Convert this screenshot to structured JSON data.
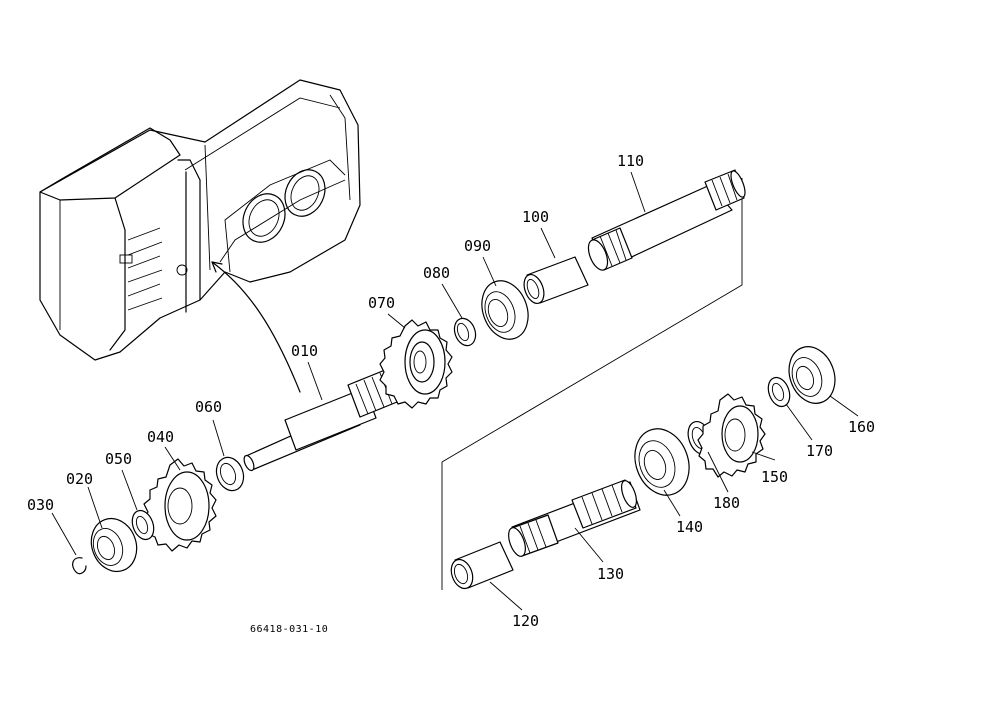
{
  "drawing_number": "66418-031-10",
  "parts": [
    {
      "id": "part-010",
      "label": "010"
    },
    {
      "id": "part-020",
      "label": "020"
    },
    {
      "id": "part-030",
      "label": "030"
    },
    {
      "id": "part-040",
      "label": "040"
    },
    {
      "id": "part-050",
      "label": "050"
    },
    {
      "id": "part-060",
      "label": "060"
    },
    {
      "id": "part-070",
      "label": "070"
    },
    {
      "id": "part-080",
      "label": "080"
    },
    {
      "id": "part-090",
      "label": "090"
    },
    {
      "id": "part-100",
      "label": "100"
    },
    {
      "id": "part-110",
      "label": "110"
    },
    {
      "id": "part-120",
      "label": "120"
    },
    {
      "id": "part-130",
      "label": "130"
    },
    {
      "id": "part-140",
      "label": "140"
    },
    {
      "id": "part-150",
      "label": "150"
    },
    {
      "id": "part-160",
      "label": "160"
    },
    {
      "id": "part-170",
      "label": "170"
    },
    {
      "id": "part-180",
      "label": "180"
    }
  ]
}
